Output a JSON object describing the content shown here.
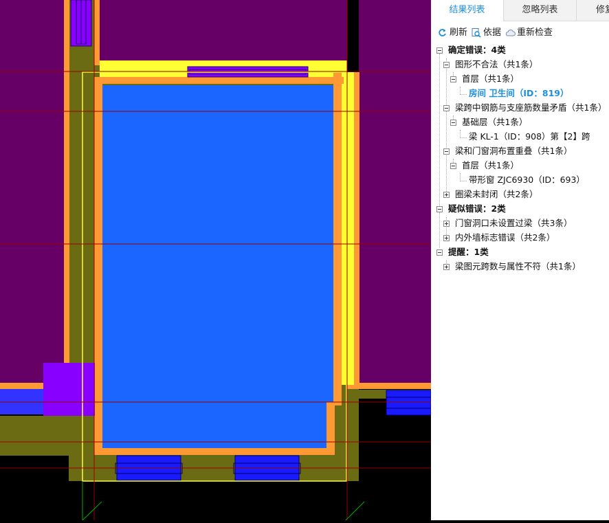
{
  "tabs": [
    {
      "label": "结果列表",
      "active": true
    },
    {
      "label": "忽略列表",
      "active": false
    },
    {
      "label": "修复",
      "active": false
    }
  ],
  "toolbar": {
    "refresh_label": "刷新",
    "basis_label": "依据",
    "recheck_label": "重新检查"
  },
  "tree": {
    "confirmed": {
      "label": "确定错误：4类",
      "g1": {
        "label": "图形不合法（共1条）",
        "floor": "首层（共1条）",
        "item": "房间 卫生间（ID：819）"
      },
      "g2": {
        "label": "梁跨中钢筋与支座筋数量矛盾（共1条）",
        "floor": "基础层（共1条）",
        "item": "梁 KL-1（ID：908）第【2】跨"
      },
      "g3": {
        "label": "梁和门窗洞布置重叠（共1条）",
        "floor": "首层（共1条）",
        "item": "带形窗 ZJC6930（ID：693）"
      },
      "g4": {
        "label": "圈梁未封闭（共2条）"
      }
    },
    "suspected": {
      "label": "疑似错误：2类",
      "g1": {
        "label": "门窗洞口未设置过梁（共3条）"
      },
      "g2": {
        "label": "内外墙标志错误（共2条）"
      }
    },
    "reminder": {
      "label": "提醒：1类",
      "g1": {
        "label": "梁图元跨数与属性不符（共1条）"
      }
    }
  },
  "colors": {
    "accent": "#1d8fe1",
    "wall_purple": "#660066",
    "room_blue": "#1a66ff",
    "beam_orange": "#ff9933",
    "highlight_yellow": "#ffff33",
    "olive": "#6b6b14"
  }
}
